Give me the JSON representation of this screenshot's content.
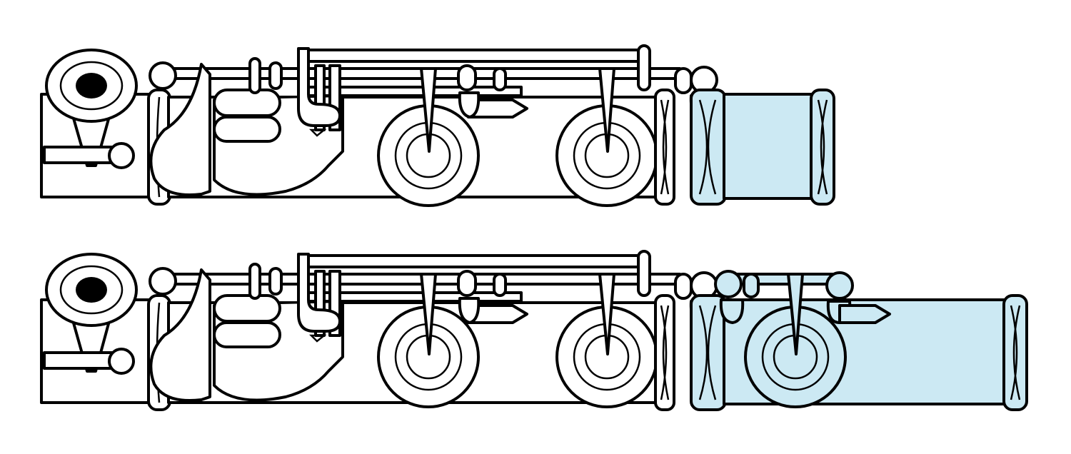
{
  "diagram": {
    "colors": {
      "outline": "#000000",
      "body_fill": "#ffffff",
      "highlight_fill": "#cce9f3",
      "embouchure_hole": "#000000"
    },
    "flutes": [
      {
        "name": "flute-c-footjoint",
        "foot_joint": "c-foot",
        "highlighted_part": "foot-joint",
        "foot_keys": 0
      },
      {
        "name": "flute-b-footjoint",
        "foot_joint": "b-foot",
        "highlighted_part": "foot-joint",
        "foot_keys": 1
      }
    ]
  }
}
